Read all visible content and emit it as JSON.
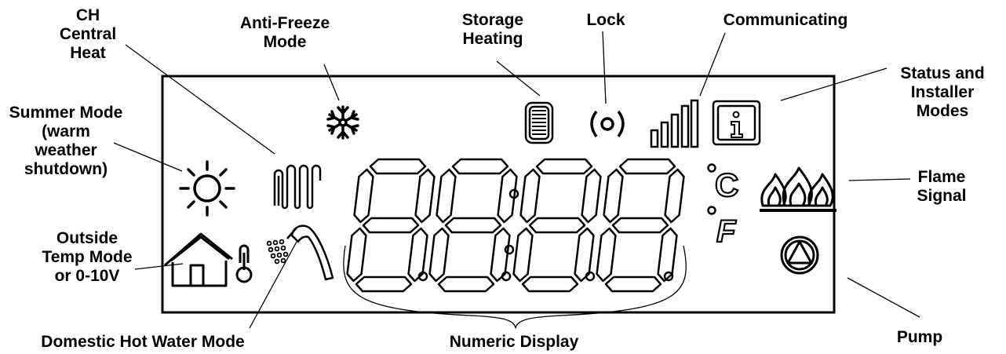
{
  "labels": {
    "ch": [
      "CH",
      "Central",
      "Heat"
    ],
    "anti_freeze": [
      "Anti-Freeze",
      "Mode"
    ],
    "storage": [
      "Storage",
      "Heating"
    ],
    "lock": "Lock",
    "communicating": "Communicating",
    "status": [
      "Status and",
      "Installer",
      "Modes"
    ],
    "summer": [
      "Summer Mode",
      "(warm",
      "weather",
      "shutdown)"
    ],
    "flame": [
      "Flame",
      "Signal"
    ],
    "outside": [
      "Outside",
      "Temp Mode",
      "or 0-10V"
    ],
    "dhw": "Domestic Hot Water Mode",
    "numeric": "Numeric Display",
    "pump": "Pump"
  },
  "display": {
    "digits": [
      "8",
      "8",
      "8",
      "8"
    ],
    "unit_c": "C",
    "unit_f": "F",
    "info_glyph": "i"
  },
  "colors": {
    "ink": "#000000",
    "background": "#ffffff"
  },
  "icons": [
    "sun-icon",
    "snowflake-icon",
    "radiator-icon",
    "storage-tank-icon",
    "lock-icon",
    "signal-bars-icon",
    "info-icon",
    "flame-icon",
    "pump-icon",
    "house-thermometer-icon",
    "shower-icon"
  ]
}
